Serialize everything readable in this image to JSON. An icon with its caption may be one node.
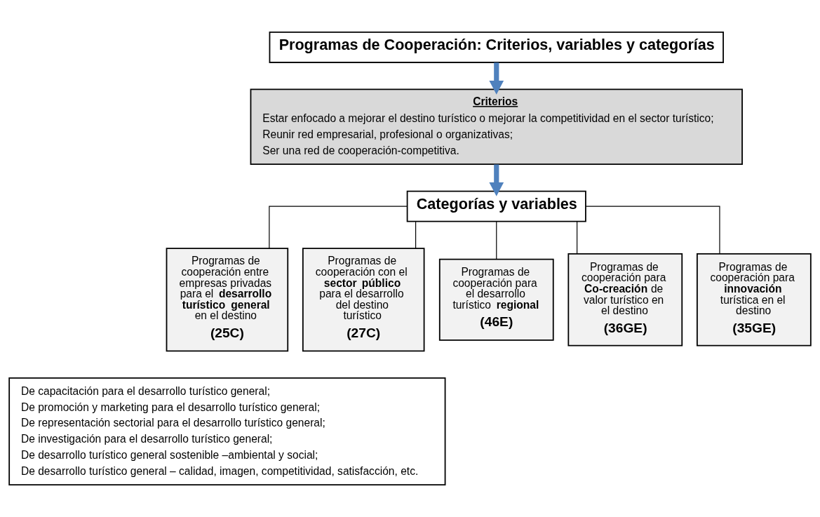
{
  "diagram": {
    "nodes": [
      {
        "text": [
          "Programas de Cooperación: Criterios, variables y categorías"
        ]
      },
      {
        "text": [
          "Criterios",
          "Estar enfocado a mejorar el destino turístico o mejorar la competitividad en el sector turístico;",
          "Reunir red empresarial, profesional o organizativas;",
          "Ser una red de cooperación-competitiva."
        ]
      },
      {
        "text": [
          "Categorías y variables"
        ]
      },
      {
        "text": [
          "Programas de cooperación entre empresas privadas para el **desarrollo turístico general** en el destino",
          "(25C)"
        ]
      },
      {
        "text": [
          "Programas de cooperación con el **sector público** para el desarrollo del destino turístico",
          "(27C)"
        ]
      },
      {
        "text": [
          "Programas de cooperación para el desarrollo turístico **regional**",
          "(46E)"
        ]
      },
      {
        "text": [
          "Programas de cooperación para **Co-creación** de valor turístico en el destino",
          "(36GE)"
        ]
      },
      {
        "text": [
          "Programas de cooperación para **innovación** turística en el destino",
          "(35GE)"
        ]
      },
      {
        "text": [
          "De capacitación para el desarrollo turístico general;",
          "De promoción y marketing para el desarrollo turístico general;",
          "De representación sectorial para el desarrollo turístico general;",
          "De investigación para el desarrollo turístico general;",
          "De desarrollo turístico general sostenible –ambiental y social;",
          "De desarrollo turístico general – calidad, imagen, competitividad, satisfacción, etc."
        ]
      }
    ],
    "edges": [
      {
        "from": 0,
        "to": 1,
        "arrow": "to",
        "style": "thick",
        "color": "#4f81bd"
      },
      {
        "from": 1,
        "to": 2,
        "arrow": "to",
        "style": "thick",
        "color": "#4f81bd"
      },
      {
        "from": 2,
        "to": 3,
        "arrow": "none"
      },
      {
        "from": 2,
        "to": 4,
        "arrow": "none"
      },
      {
        "from": 2,
        "to": 5,
        "arrow": "none"
      },
      {
        "from": 2,
        "to": 6,
        "arrow": "none"
      },
      {
        "from": 2,
        "to": 7,
        "arrow": "none"
      }
    ]
  }
}
